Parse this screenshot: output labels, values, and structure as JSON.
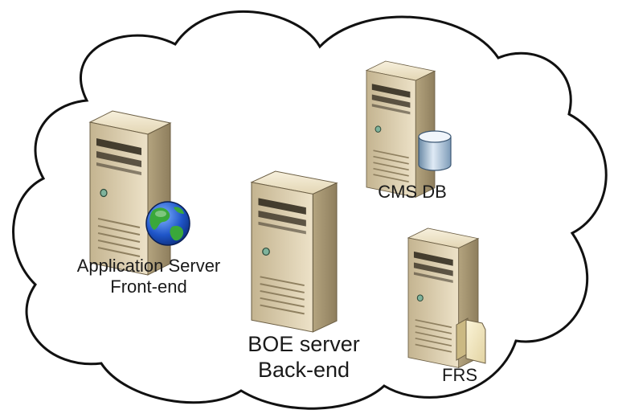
{
  "diagram": {
    "nodes": [
      {
        "id": "application-server",
        "label_line1": "Application Server",
        "label_line2": "Front-end",
        "icon": "globe-icon"
      },
      {
        "id": "boe-server",
        "label_line1": "BOE server",
        "label_line2": "Back-end",
        "icon": ""
      },
      {
        "id": "cms-db",
        "label_line1": "CMS DB",
        "label_line2": "",
        "icon": "database-icon"
      },
      {
        "id": "frs",
        "label_line1": "FRS",
        "label_line2": "",
        "icon": "folder-icon"
      }
    ]
  }
}
